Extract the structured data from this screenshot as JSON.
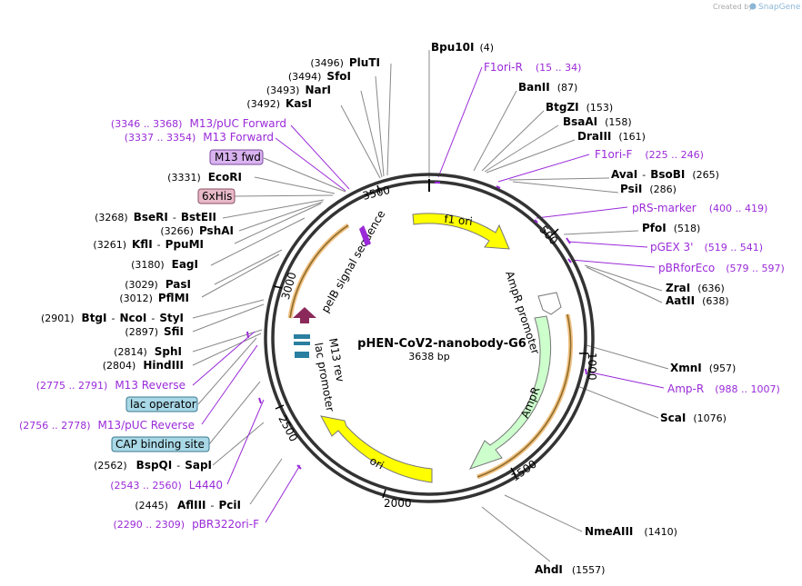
{
  "credit": {
    "prefix": "Created by",
    "brand": "SnapGene"
  },
  "plasmid": {
    "name": "pHEN-CoV2-nanobody-G6",
    "size": "3638 bp"
  },
  "ticks": [
    "500",
    "1000",
    "1500",
    "2000",
    "2500",
    "3000",
    "3500"
  ],
  "sites": {
    "s1": {
      "name": "Bpu10I",
      "pos": "(4)"
    },
    "s2": {
      "name": "BanII",
      "pos": "(87)"
    },
    "s3": {
      "name": "BtgZI",
      "pos": "(153)"
    },
    "s4": {
      "name": "BsaAI",
      "pos": "(158)"
    },
    "s5": {
      "name": "DraIII",
      "pos": "(161)"
    },
    "s6": {
      "name": "AvaI",
      "sep": "-",
      "name2": "BsoBI",
      "pos": "(265)"
    },
    "s7": {
      "name": "PsiI",
      "pos": "(286)"
    },
    "s8": {
      "name": "PfoI",
      "pos": "(518)"
    },
    "s9": {
      "name": "ZraI",
      "pos": "(636)"
    },
    "s10": {
      "name": "AatII",
      "pos": "(638)"
    },
    "s11": {
      "name": "XmnI",
      "pos": "(957)"
    },
    "s12": {
      "name": "ScaI",
      "pos": "(1076)"
    },
    "s13": {
      "name": "NmeAIII",
      "pos": "(1410)"
    },
    "s14": {
      "name": "AhdI",
      "pos": "(1557)"
    },
    "s15": {
      "name": "PluTI",
      "pos": "(3496)"
    },
    "s16": {
      "name": "SfoI",
      "pos": "(3494)"
    },
    "s17": {
      "name": "NarI",
      "pos": "(3493)"
    },
    "s18": {
      "name": "KasI",
      "pos": "(3492)"
    },
    "s19": {
      "name": "EcoRI",
      "pos": "(3331)"
    },
    "s20": {
      "name": "BseRI",
      "sep": "-",
      "name2": "BstEII",
      "pos": "(3268)"
    },
    "s21": {
      "name": "PshAI",
      "pos": "(3266)"
    },
    "s22": {
      "name": "KflI",
      "sep": "-",
      "name2": "PpuMI",
      "pos": "(3261)"
    },
    "s23": {
      "name": "EagI",
      "pos": "(3180)"
    },
    "s24": {
      "name": "PasI",
      "pos": "(3029)"
    },
    "s25": {
      "name": "PflMI",
      "pos": "(3012)"
    },
    "s26": {
      "name": "BtgI",
      "sep1": "-",
      "name2": "NcoI",
      "sep2": "-",
      "name3": "StyI",
      "pos": "(2901)"
    },
    "s27": {
      "name": "SfiI",
      "pos": "(2897)"
    },
    "s28": {
      "name": "SphI",
      "pos": "(2814)"
    },
    "s29": {
      "name": "HindIII",
      "pos": "(2804)"
    },
    "s30": {
      "name": "BspQI",
      "sep": "-",
      "name2": "SapI",
      "pos": "(2562)"
    },
    "s31": {
      "name": "AflIII",
      "sep": "-",
      "name2": "PciI",
      "pos": "(2445)"
    }
  },
  "primers": {
    "p1": {
      "name": "F1ori-R",
      "pos": "(15 .. 34)"
    },
    "p2": {
      "name": "F1ori-F",
      "pos": "(225 .. 246)"
    },
    "p3": {
      "name": "pRS-marker",
      "pos": "(400 .. 419)"
    },
    "p4": {
      "name": "pGEX 3'",
      "pos": "(519 .. 541)"
    },
    "p5": {
      "name": "pBRforEco",
      "pos": "(579 .. 597)"
    },
    "p6": {
      "name": "Amp-R",
      "pos": "(988 .. 1007)"
    },
    "p7": {
      "name": "M13/pUC Forward",
      "pos": "(3346 .. 3368)"
    },
    "p8": {
      "name": "M13 Forward",
      "pos": "(3337 .. 3354)"
    },
    "p9": {
      "name": "M13 Reverse",
      "pos": "(2775 .. 2791)"
    },
    "p10": {
      "name": "M13/pUC Reverse",
      "pos": "(2756 .. 2778)"
    },
    "p11": {
      "name": "L4440",
      "pos": "(2543 .. 2560)"
    },
    "p12": {
      "name": "pBR322ori-F",
      "pos": "(2290 .. 2309)"
    }
  },
  "boxes": {
    "b1": {
      "label": "M13 fwd",
      "color": "#d9b3f0"
    },
    "b2": {
      "label": "6xHis",
      "color": "#e8b9c8"
    },
    "b3": {
      "label": "lac operator",
      "color": "#a9d8e6"
    },
    "b4": {
      "label": "CAP binding site",
      "color": "#a9d8e6"
    }
  },
  "features": {
    "f1": "f1 ori",
    "f2": "AmpR promoter",
    "f3": "AmpR",
    "f4": "ori",
    "f5": "lac promoter",
    "f6": "M13 rev",
    "f7": "pelB signal sequence"
  },
  "colors": {
    "primer": "#9a2ad8",
    "ori": "#ffff00",
    "ampr": "#ccffcc",
    "orf_outline": "#f0a830"
  }
}
